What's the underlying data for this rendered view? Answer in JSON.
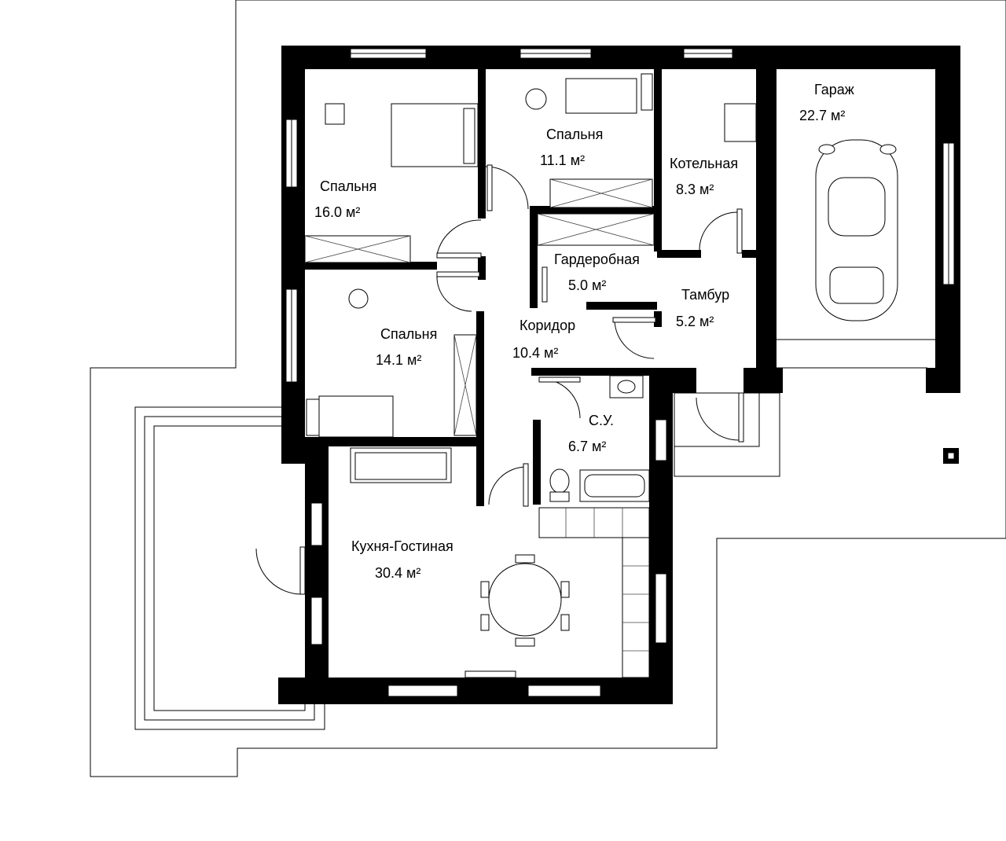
{
  "rooms": [
    {
      "id": "bedroom-16",
      "name": "Спальня",
      "area": "16.0 м²"
    },
    {
      "id": "bedroom-11",
      "name": "Спальня",
      "area": "11.1 м²"
    },
    {
      "id": "boiler",
      "name": "Котельная",
      "area": "8.3 м²"
    },
    {
      "id": "garage",
      "name": "Гараж",
      "area": "22.7 м²"
    },
    {
      "id": "wardrobe",
      "name": "Гардеробная",
      "area": "5.0 м²"
    },
    {
      "id": "vestibule",
      "name": "Тамбур",
      "area": "5.2 м²"
    },
    {
      "id": "corridor",
      "name": "Коридор",
      "area": "10.4 м²"
    },
    {
      "id": "bedroom-14",
      "name": "Спальня",
      "area": "14.1 м²"
    },
    {
      "id": "bathroom",
      "name": "С.У.",
      "area": "6.7 м²"
    },
    {
      "id": "kitchen-living",
      "name": "Кухня-Гостиная",
      "area": "30.4 м²"
    }
  ]
}
